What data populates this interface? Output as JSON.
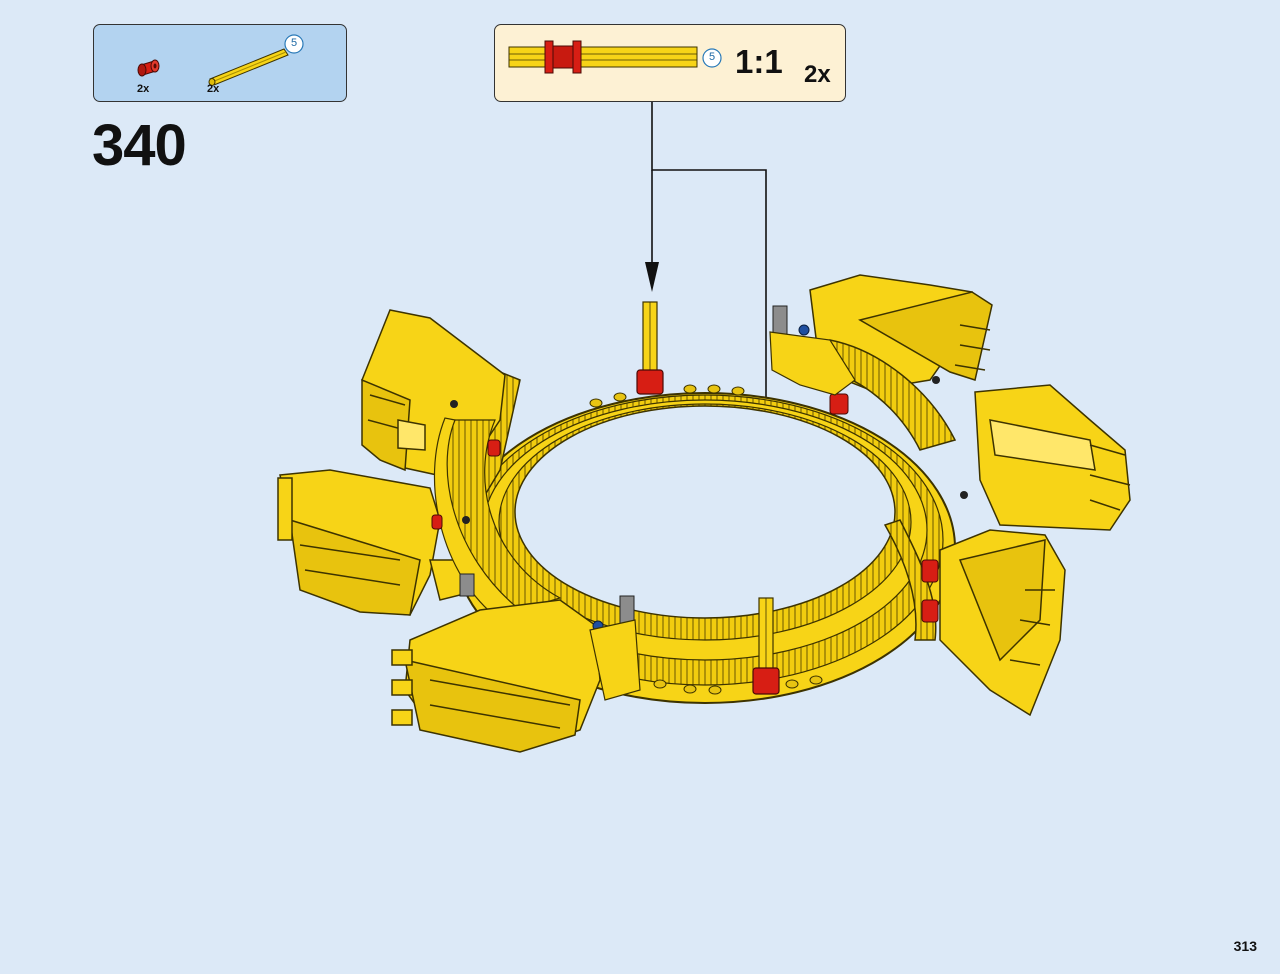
{
  "step": {
    "number": "340"
  },
  "parts_list": {
    "items": [
      {
        "name": "red-bush",
        "qty": "2x"
      },
      {
        "name": "axle-5",
        "qty": "2x",
        "length": "5"
      }
    ]
  },
  "submodel": {
    "axle_length": "5",
    "scale": "1:1",
    "multiplier": "2x"
  },
  "page": {
    "number": "313"
  },
  "colors": {
    "page_background": "#dce9f7",
    "parts_box": "#b3d3f0",
    "submodel_box": "#fdf1d4",
    "part_yellow": "#f7d417",
    "part_red": "#d71e14"
  }
}
